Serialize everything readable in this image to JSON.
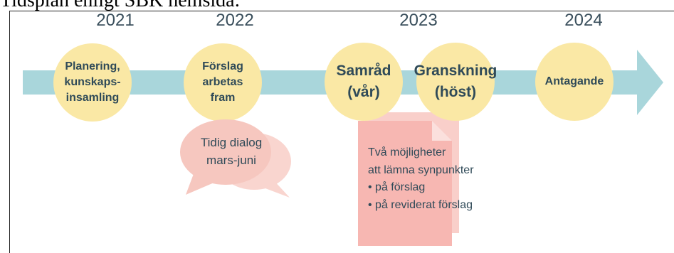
{
  "caption": "Tidsplan enligt SBK hemsida:",
  "years": [
    "2021",
    "2022",
    "2023",
    "2024"
  ],
  "phases": [
    {
      "label": "Planering,\nkunskaps-\ninsamling"
    },
    {
      "label": "Förslag\narbetas\nfram"
    },
    {
      "label": "Samråd\n(vår)"
    },
    {
      "label": "Granskning\n(höst)"
    },
    {
      "label": "Antagande"
    }
  ],
  "dialog": {
    "text": "Tidig dialog\nmars-juni"
  },
  "note": {
    "intro_line1": "Två möjligheter",
    "intro_line2": "att lämna synpunkter",
    "bullets": [
      "• på förslag",
      "• på reviderat förslag"
    ]
  },
  "colors": {
    "arrow": "#a9d6db",
    "circle": "#fae8a5",
    "dialog_bubble": "#f6c7bf",
    "document": "#f7b7b2",
    "text": "#2f4a58",
    "year_text": "#3a4f5c"
  }
}
